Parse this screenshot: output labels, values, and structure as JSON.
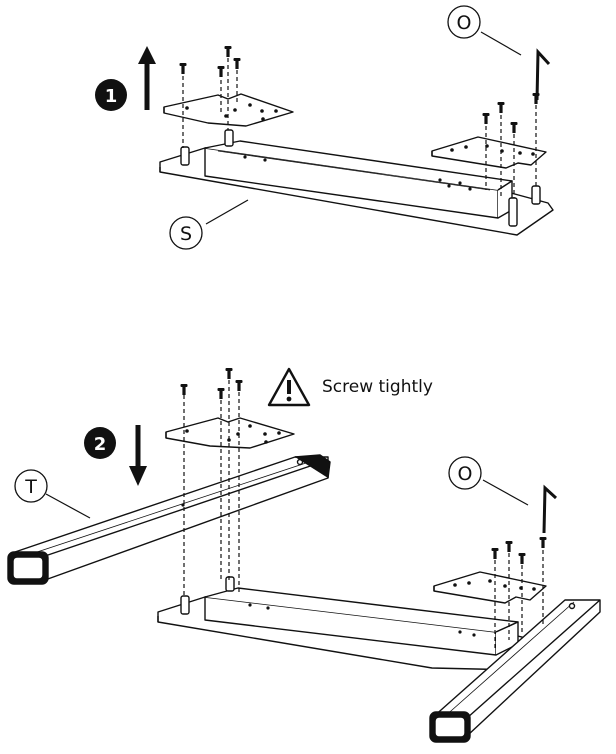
{
  "steps": [
    {
      "number": "1",
      "direction": "up"
    },
    {
      "number": "2",
      "direction": "down"
    }
  ],
  "callouts": {
    "top_screwdriver": "O",
    "top_base": "S",
    "bottom_screwdriver": "O",
    "bottom_tube": "T"
  },
  "warning": {
    "icon": "warning-triangle-icon",
    "text": "Screw tightly"
  },
  "colors": {
    "ink": "#111111",
    "fill": "#ffffff"
  }
}
